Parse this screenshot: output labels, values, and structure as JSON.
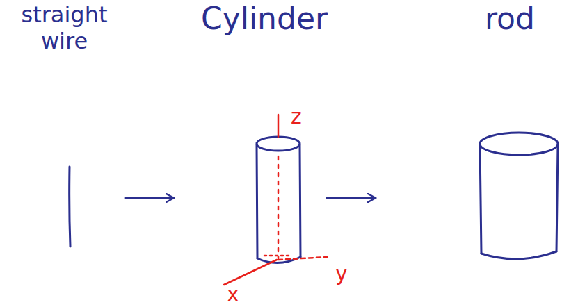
{
  "diagram": {
    "nodes": [
      {
        "text": [
          "straight wire"
        ]
      },
      {
        "text": [
          "Cylinder"
        ]
      },
      {
        "text": [
          "rod"
        ]
      }
    ],
    "edges": [
      {
        "from": 0,
        "to": 1,
        "arrow": "to"
      },
      {
        "from": 1,
        "to": 2,
        "arrow": "to"
      }
    ],
    "labels": [
      "z",
      "x",
      "y"
    ]
  }
}
